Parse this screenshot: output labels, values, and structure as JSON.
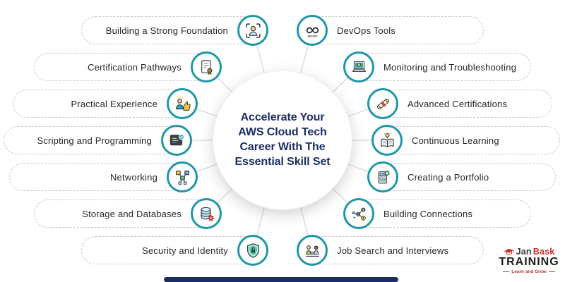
{
  "center": {
    "title_lines": [
      "Accelerate Your",
      "AWS Cloud Tech",
      "Career With The",
      "Essential Skill Set"
    ]
  },
  "left_items": [
    {
      "label": "Building a Strong Foundation",
      "icon": "face-scan-icon"
    },
    {
      "label": "Certification Pathways",
      "icon": "certified-document-icon"
    },
    {
      "label": "Practical Experience",
      "icon": "person-thumbs-up-icon"
    },
    {
      "label": "Scripting and Programming",
      "icon": "code-window-icon"
    },
    {
      "label": "Networking",
      "icon": "network-nodes-icon"
    },
    {
      "label": "Storage and Databases",
      "icon": "database-gear-icon"
    },
    {
      "label": "Security and Identity",
      "icon": "shield-lock-icon"
    }
  ],
  "right_items": [
    {
      "label": "DevOps Tools",
      "icon": "devops-infinity-icon"
    },
    {
      "label": "Monitoring and Troubleshooting",
      "icon": "laptop-alert-icon"
    },
    {
      "label": "Advanced Certifications",
      "icon": "diploma-scroll-icon"
    },
    {
      "label": "Continuous Learning",
      "icon": "book-bulb-icon"
    },
    {
      "label": "Creating a Portfolio",
      "icon": "resume-check-icon"
    },
    {
      "label": "Building Connections",
      "icon": "people-network-icon"
    },
    {
      "label": "Job Search and Interviews",
      "icon": "interview-people-icon"
    }
  ],
  "logo": {
    "brand_part1": "Jan",
    "brand_part2": "Bask",
    "brand_part3": "TRAINING",
    "tagline": "Learn and Grow"
  },
  "colors": {
    "accent_teal": "#2097a7",
    "title_navy": "#1b2e64",
    "pill_border": "#c7c7c7",
    "connector_gray": "#d6d6d6",
    "logo_red": "#c9302c",
    "footer_navy": "#1b2e64"
  }
}
